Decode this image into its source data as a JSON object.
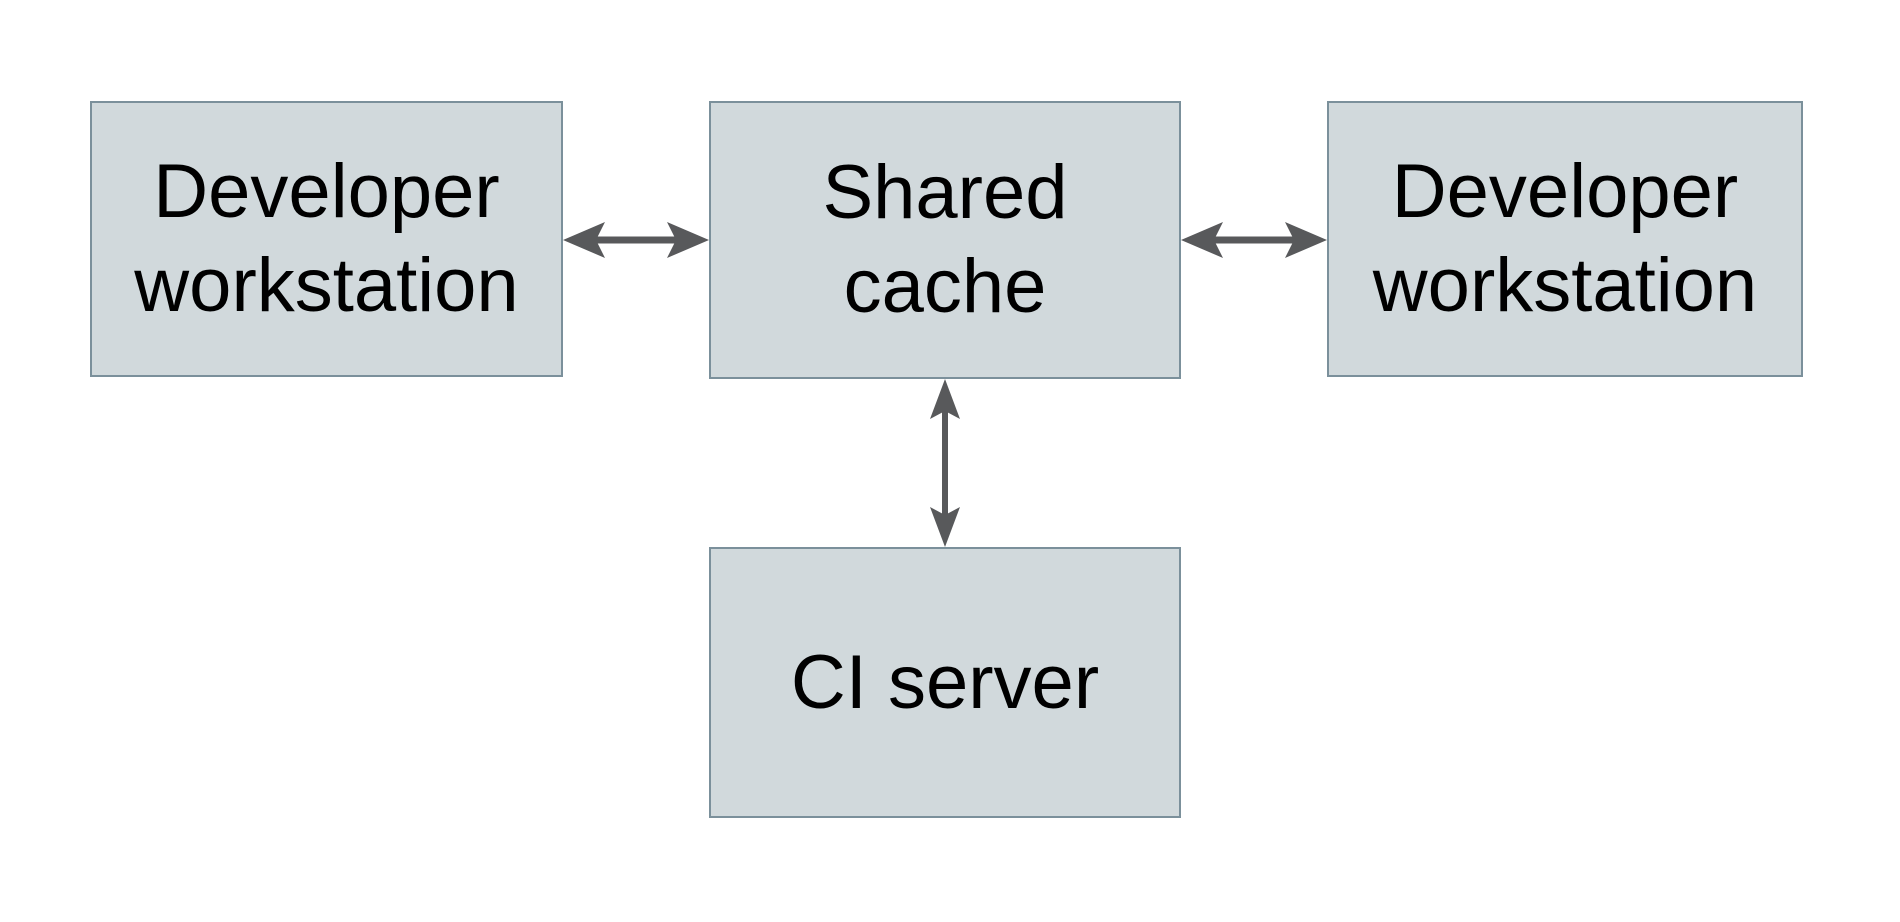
{
  "diagram": {
    "type": "architecture-diagram",
    "nodes": {
      "dev_left": {
        "label": "Developer\nworkstation"
      },
      "shared_cache": {
        "label": "Shared\ncache"
      },
      "dev_right": {
        "label": "Developer\nworkstation"
      },
      "ci_server": {
        "label": "CI server"
      }
    },
    "edges": [
      {
        "from": "dev_left",
        "to": "shared_cache",
        "direction": "bidirectional"
      },
      {
        "from": "shared_cache",
        "to": "dev_right",
        "direction": "bidirectional"
      },
      {
        "from": "shared_cache",
        "to": "ci_server",
        "direction": "bidirectional"
      }
    ],
    "colors": {
      "background": "#ffffff",
      "node_fill": "#d1d9dc",
      "node_border": "#7b909b",
      "arrow": "#58595b",
      "text": "#000000"
    }
  }
}
